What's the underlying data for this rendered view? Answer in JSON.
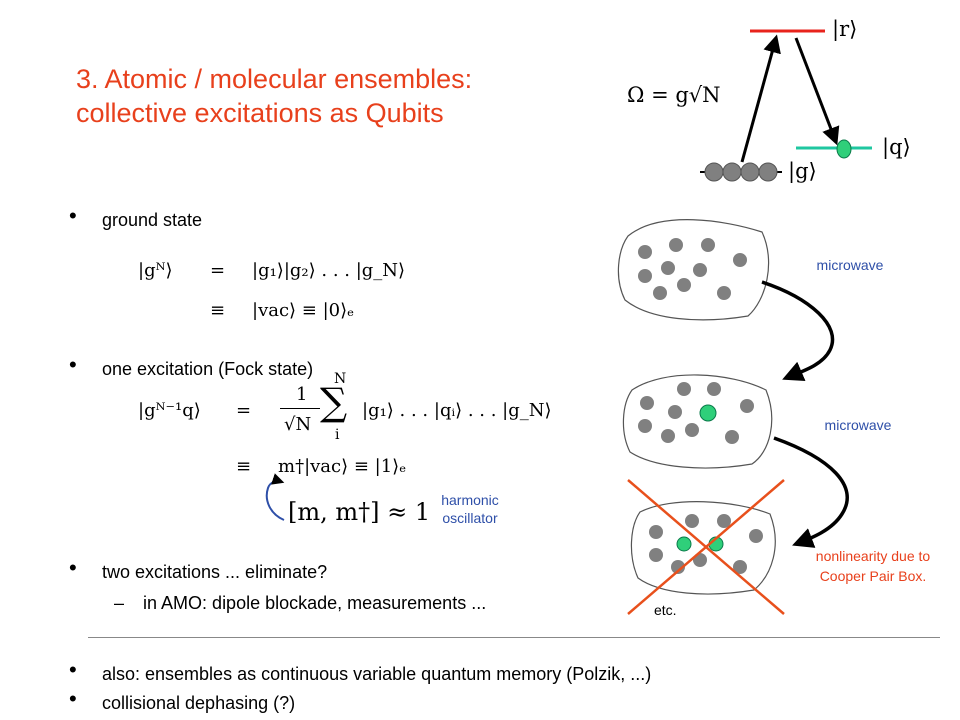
{
  "title": {
    "line1": "3. Atomic / molecular ensembles:",
    "line2": "collective excitations as Qubits"
  },
  "bullets": {
    "ground": "ground state",
    "one": "one excitation (Fock state)",
    "two": "two excitations ... eliminate?",
    "two_sub_dash": "–",
    "two_sub": "in AMO: dipole blockade, measurements ...",
    "also": "also: ensembles as continuous variable quantum memory (Polzik, ...)",
    "collisional": "collisional dephasing (?)"
  },
  "equations": {
    "ground_lhs": "|gᴺ⟩",
    "ground_eq": "=",
    "ground_rhs": "|g₁⟩|g₂⟩ . . . |g_N⟩",
    "ground_equiv": "≡",
    "ground_rhs2": "|vac⟩ ≡ |0⟩ₑ",
    "one_lhs": "|gᴺ⁻¹q⟩",
    "one_eq": "=",
    "one_frac_num": "1",
    "one_frac_den": "√N",
    "one_sum": "∑",
    "one_sum_top": "N",
    "one_sum_bottom": "i",
    "one_rhs": "|g₁⟩ . . . |qᵢ⟩ . . . |g_N⟩",
    "one_equiv": "≡",
    "one_rhs2": "m†|vac⟩ ≡ |1⟩ₑ",
    "commutator": "[m, m†] ≈ 1"
  },
  "diagram": {
    "omega": "Ω = g√N",
    "state_r": "|r⟩",
    "state_q": "|q⟩",
    "state_g": "|g⟩"
  },
  "labels": {
    "harmonic": "harmonic",
    "oscillator": "oscillator",
    "microwave1": "microwave",
    "microwave2": "microwave",
    "nonlinearity1": "nonlinearity due to",
    "nonlinearity2": "Cooper Pair Box.",
    "etc": "etc."
  },
  "colors": {
    "title": "#e8401c",
    "level_r": "#e8231c",
    "level_q": "#1fc7a0",
    "atom_gray": "#808080",
    "atom_green": "#2fcf7a",
    "label_blue": "#2e4fa8",
    "cross_orange": "#e8501c"
  }
}
